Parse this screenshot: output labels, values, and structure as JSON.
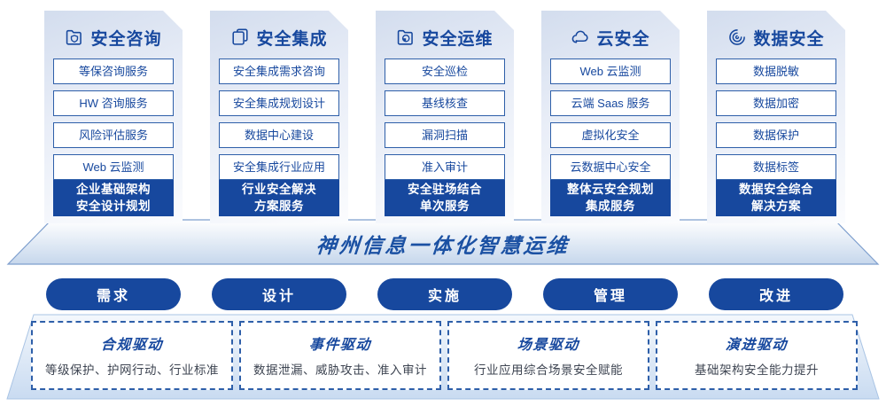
{
  "banner": {
    "title": "神州信息一体化智慧运维"
  },
  "columns": [
    {
      "title": "安全咨询",
      "icon": "folder-shield-icon",
      "items": [
        "等保咨询服务",
        "HW 咨询服务",
        "风险评估服务",
        "Web 云监测"
      ],
      "footer_lines": [
        "企业基础架构",
        "安全设计规划"
      ]
    },
    {
      "title": "安全集成",
      "icon": "documents-icon",
      "items": [
        "安全集成需求咨询",
        "安全集成规划设计",
        "数据中心建设",
        "安全集成行业应用"
      ],
      "footer_lines": [
        "行业安全解决",
        "方案服务"
      ]
    },
    {
      "title": "安全运维",
      "icon": "folder-gauge-icon",
      "items": [
        "安全巡检",
        "基线核查",
        "漏洞扫描",
        "准入审计"
      ],
      "footer_lines": [
        "安全驻场结合",
        "单次服务"
      ]
    },
    {
      "title": "云安全",
      "icon": "cloud-icon",
      "items": [
        "Web 云监测",
        "云端 Saas 服务",
        "虚拟化安全",
        "云数据中心安全"
      ],
      "footer_lines": [
        "整体云安全规划",
        "集成服务"
      ]
    },
    {
      "title": "数据安全",
      "icon": "fingerprint-icon",
      "items": [
        "数据脱敏",
        "数据加密",
        "数据保护",
        "数据标签"
      ],
      "footer_lines": [
        "数据安全综合",
        "解决方案"
      ]
    }
  ],
  "process_steps": [
    "需求",
    "设计",
    "实施",
    "管理",
    "改进"
  ],
  "drivers": [
    {
      "title": "合规驱动",
      "desc": "等级保护、护网行动、行业标准"
    },
    {
      "title": "事件驱动",
      "desc": "数据泄漏、威胁攻击、准入审计"
    },
    {
      "title": "场景驱动",
      "desc": "行业应用综合场景安全赋能"
    },
    {
      "title": "演进驱动",
      "desc": "基础架构安全能力提升"
    }
  ],
  "colors": {
    "primary": "#17489e",
    "item_border": "#2e5fa9",
    "banner_text": "#1b51a3",
    "driver_desc_text": "#3e4552"
  }
}
